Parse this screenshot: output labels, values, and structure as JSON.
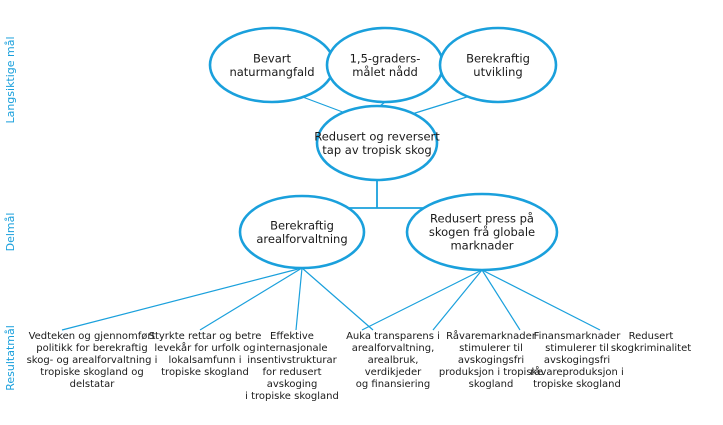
{
  "colors": {
    "accent": "#1aa0dc",
    "line": "#1aa0dc",
    "text": "#1a1a1a"
  },
  "side_labels": {
    "long_term": "Langsiktige mål",
    "sub_goals": "Delmål",
    "results": "Resultatmål"
  },
  "long_term_goals": [
    {
      "lines": [
        "Bevart",
        "naturmangfald"
      ]
    },
    {
      "lines": [
        "1,5-graders-",
        "målet nådd"
      ]
    },
    {
      "lines": [
        "Berekraftig",
        "utvikling"
      ]
    }
  ],
  "central_goal": {
    "lines": [
      "Redusert og reversert",
      "tap av tropisk skog"
    ]
  },
  "sub_goals": [
    {
      "lines": [
        "Berekraftig",
        "arealforvaltning"
      ]
    },
    {
      "lines": [
        "Redusert press på",
        "skogen frå globale",
        "marknader"
      ]
    }
  ],
  "result_goals": [
    {
      "lines": [
        "Vedteken og gjennomført",
        "politikk for berekraftig",
        "skog- og arealforvaltning i",
        "tropiske skogland og",
        "delstatar"
      ]
    },
    {
      "lines": [
        "Styrkte rettar og betre",
        "levekår for urfolk og",
        "lokalsamfunn i",
        "tropiske skogland"
      ]
    },
    {
      "lines": [
        "Effektive",
        "internasjonale",
        "insentivstrukturar",
        "for redusert avskoging",
        "i tropiske skogland"
      ]
    },
    {
      "lines": [
        "Auka transparens i",
        "arealforvaltning,",
        "arealbruk, verdikjeder",
        "og finansiering"
      ]
    },
    {
      "lines": [
        "Råvaremarknader",
        "stimulerer til",
        "avskogingsfri",
        "produksjon i tropiske",
        "skogland"
      ]
    },
    {
      "lines": [
        "Finansmarknader",
        "stimulerer til",
        "avskogingsfri",
        "råvareproduksjon i",
        "tropiske skogland"
      ]
    },
    {
      "lines": [
        "Redusert",
        "skogkriminalitet"
      ]
    }
  ]
}
